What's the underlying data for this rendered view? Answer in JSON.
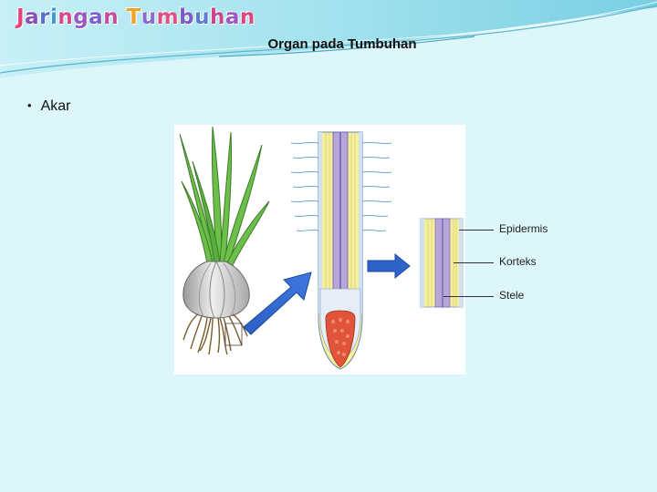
{
  "logo": {
    "text": "Jaringan Tumbuhan",
    "letters": [
      {
        "ch": "J",
        "color": "#e0457b"
      },
      {
        "ch": "a",
        "color": "#8a4fb8"
      },
      {
        "ch": "r",
        "color": "#5b6fd0"
      },
      {
        "ch": "i",
        "color": "#3a9ad8"
      },
      {
        "ch": "n",
        "color": "#d64a8f"
      },
      {
        "ch": "g",
        "color": "#9b59c0"
      },
      {
        "ch": "a",
        "color": "#7b61c9"
      },
      {
        "ch": "n",
        "color": "#c04fa0"
      },
      {
        "ch": " ",
        "color": "#000"
      },
      {
        "ch": "T",
        "color": "#f1a22a"
      },
      {
        "ch": "u",
        "color": "#8a6bd1"
      },
      {
        "ch": "m",
        "color": "#e04f84"
      },
      {
        "ch": "b",
        "color": "#7a5cc8"
      },
      {
        "ch": "u",
        "color": "#5f7ad6"
      },
      {
        "ch": "h",
        "color": "#c8468e"
      },
      {
        "ch": "a",
        "color": "#a057c4"
      },
      {
        "ch": "n",
        "color": "#e0457b"
      }
    ]
  },
  "slide": {
    "title": "Organ pada Tumbuhan",
    "bullet": "Akar",
    "bullet_symbol": "•"
  },
  "figure": {
    "labels": {
      "epidermis": "Epidermis",
      "korteks": "Korteks",
      "stele": "Stele"
    }
  },
  "colors": {
    "background": "#ddf6fa",
    "arrow": "#2e63c9",
    "root_cap": "#e0553a",
    "cortex": "#f6ef9c",
    "stele": "#b7a6d9"
  }
}
